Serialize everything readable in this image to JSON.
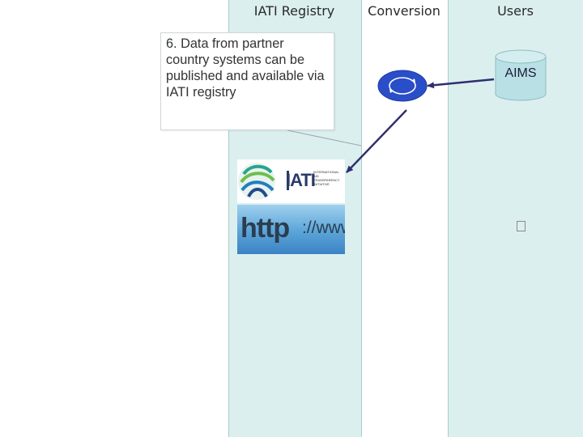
{
  "lanes": {
    "registry_title": "IATI Registry",
    "conversion_title": "Conversion",
    "users_title": "Users"
  },
  "callout": {
    "text": "6. Data from partner country systems can be published and available via IATI registry"
  },
  "aims": {
    "label": "AIMS"
  },
  "iati_logo": {
    "text": "IATI",
    "subtitle": "INTERNATIONAL AID TRANSPARENCY INITIATIVE"
  },
  "http_banner": {
    "text": "http",
    "rest": "://www"
  },
  "colors": {
    "lane_fill": "#dcefef",
    "lane_border": "#a9cdd0",
    "arrow": "#2e2f6e",
    "converter": "#2a4ec8",
    "database": "#b9e0e4"
  },
  "icons": [
    "conversion-cycle-icon",
    "database-icon",
    "iati-logo",
    "placeholder-glyph"
  ]
}
